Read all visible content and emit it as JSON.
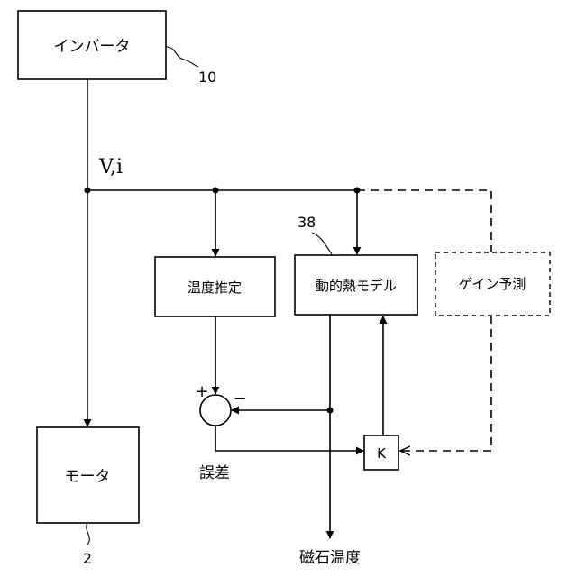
{
  "blocks": {
    "inverter": "インバータ",
    "motor": "モータ",
    "temperature_estimation": "温度推定",
    "dynamic_thermal_model": "動的熱モデル",
    "gain_prediction": "ゲイン予測",
    "gain": "K"
  },
  "reference_numerals": {
    "inverter": "10",
    "motor": "2",
    "dynamic_thermal_model": "38"
  },
  "signals": {
    "voltage_current": "V,i",
    "plus_sign": "+",
    "minus_sign": "−",
    "error": "誤差",
    "magnet_temperature": "磁石温度"
  }
}
